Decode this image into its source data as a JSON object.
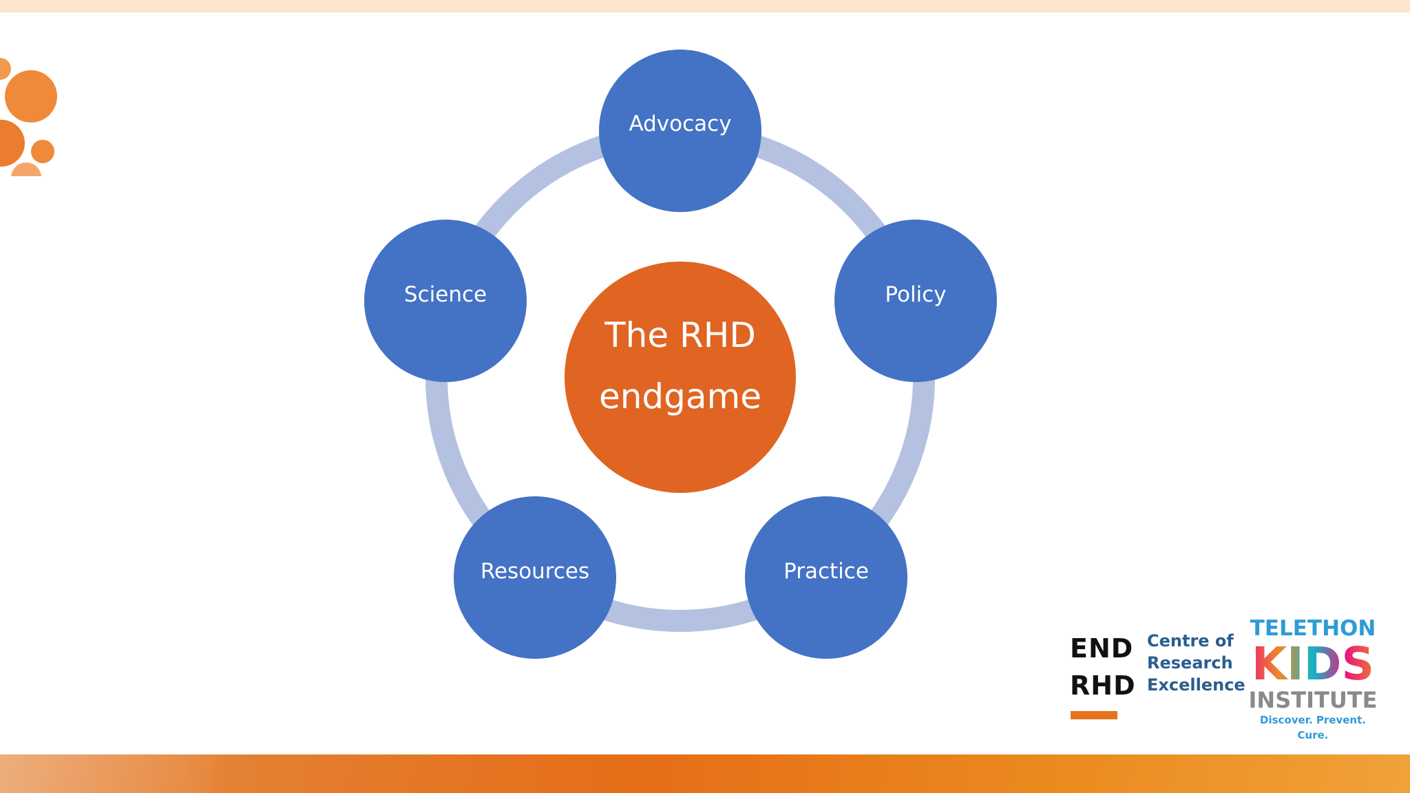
{
  "diagram": {
    "center": {
      "line1": "The RHD",
      "line2": "endgame"
    },
    "nodes": [
      "Advocacy",
      "Policy",
      "Practice",
      "Resources",
      "Science"
    ]
  },
  "logos": {
    "end_rhd_line1": "END",
    "end_rhd_line2": "RHD",
    "centre_line1": "Centre of",
    "centre_line2": "Research",
    "centre_line3": "Excellence",
    "telethon": "TELETHON",
    "kids": "KIDS",
    "institute": "INSTITUTE",
    "tagline": "Discover. Prevent. Cure."
  },
  "colors": {
    "node": "#4472c4",
    "center": "#e06422",
    "ring": "#b4c1e1",
    "accent_orange": "#e8731e"
  }
}
